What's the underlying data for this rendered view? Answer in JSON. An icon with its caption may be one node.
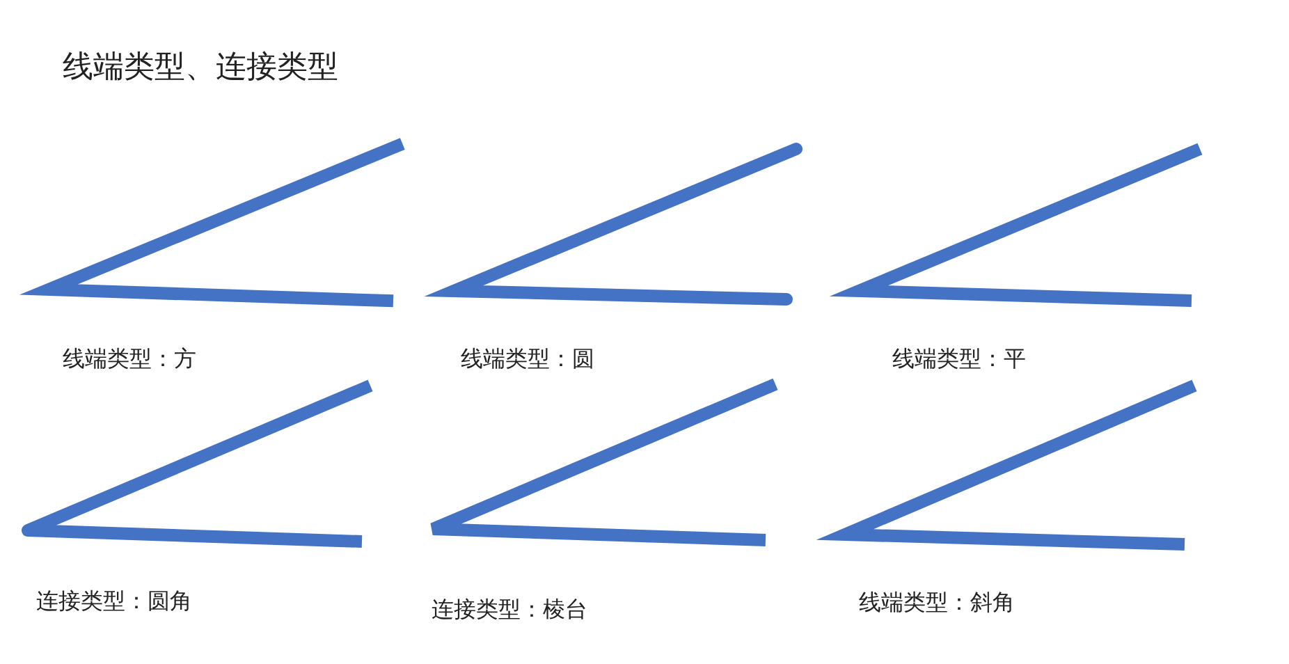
{
  "diagram": {
    "title": "线端类型、连接类型",
    "labels": [
      "线端类型：方",
      "线端类型：圆",
      "线端类型：平",
      "连接类型：圆角",
      "连接类型：棱台",
      "线端类型：斜角"
    ]
  }
}
